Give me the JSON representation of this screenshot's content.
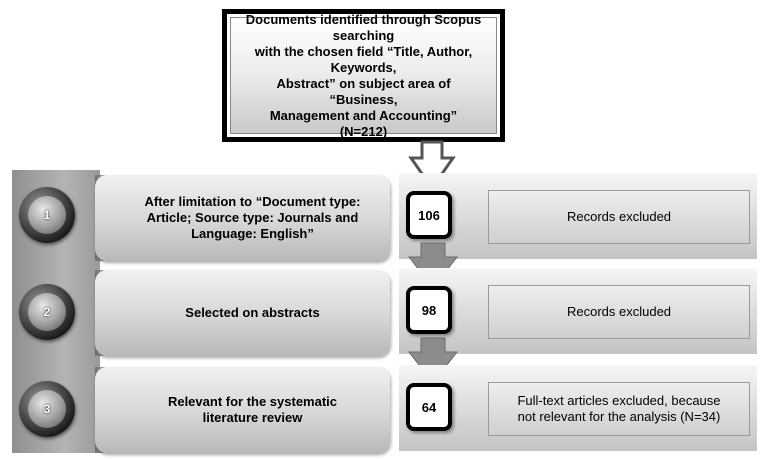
{
  "top_box": {
    "lines": [
      "Documents identified through Scopus searching",
      "with the chosen field “Title, Author, Keywords,",
      "Abstract” on subject area of “Business,",
      "Management and Accounting”",
      "(N=212)"
    ]
  },
  "steps": [
    {
      "number": "1",
      "lines": [
        "After limitation to “Document type:",
        "Article; Source type: Journals and",
        "Language: English”"
      ],
      "count": "106",
      "excluded_lines": [
        "Records excluded"
      ]
    },
    {
      "number": "2",
      "lines": [
        "Selected on abstracts"
      ],
      "count": "98",
      "excluded_lines": [
        "Records excluded"
      ]
    },
    {
      "number": "3",
      "lines": [
        "Relevant for the systematic",
        "literature review"
      ],
      "count": "64",
      "excluded_lines": [
        "Full-text articles excluded, because",
        "not relevant for the analysis (N=34)"
      ]
    }
  ],
  "colors": {
    "border": "#000000",
    "panel_gray": "#d6d6d6",
    "arrow_gray": "#8c8c8c"
  }
}
